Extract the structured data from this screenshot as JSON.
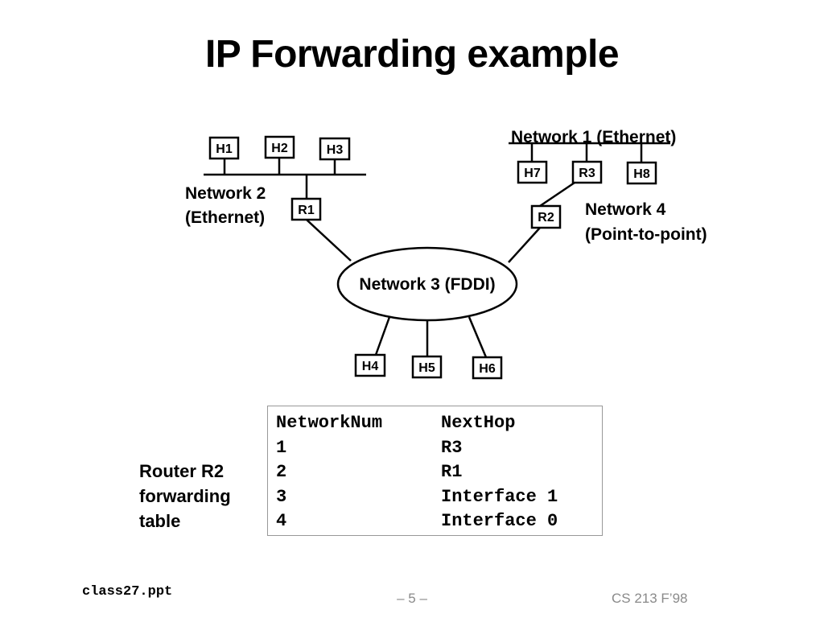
{
  "title": "IP Forwarding example",
  "networks": {
    "n1": "Network 1 (Ethernet)",
    "n2_line1": "Network 2",
    "n2_line2": "(Ethernet)",
    "n3": "Network 3 (FDDI)",
    "n4_line1": "Network 4",
    "n4_line2": "(Point-to-point)"
  },
  "nodes": {
    "h1": "H1",
    "h2": "H2",
    "h3": "H3",
    "h4": "H4",
    "h5": "H5",
    "h6": "H6",
    "h7": "H7",
    "h8": "H8",
    "r1": "R1",
    "r2": "R2",
    "r3": "R3"
  },
  "table_label": [
    "Router R2",
    "forwarding",
    "table"
  ],
  "table": {
    "headers": [
      "NetworkNum",
      "NextHop"
    ],
    "rows": [
      [
        "1",
        "R3"
      ],
      [
        "2",
        "R1"
      ],
      [
        "3",
        "Interface 1"
      ],
      [
        "4",
        "Interface 0"
      ]
    ]
  },
  "footer": {
    "file": "class27.ppt",
    "page": "– 5 –",
    "course": "CS 213 F’98"
  }
}
